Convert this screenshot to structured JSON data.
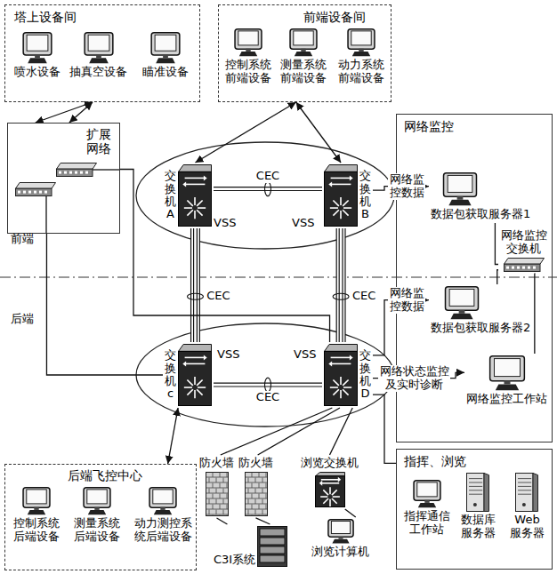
{
  "diagram": {
    "nodes": [
      {
        "text": [
          "塔上设备间"
        ]
      },
      {
        "text": [
          "喷水设备"
        ],
        "in": 0
      },
      {
        "text": [
          "抽真空设备"
        ],
        "in": 0
      },
      {
        "text": [
          "瞄准设备"
        ],
        "in": 0
      },
      {
        "text": [
          "前端设备间"
        ]
      },
      {
        "text": [
          "控制系统前端设备"
        ],
        "in": 4
      },
      {
        "text": [
          "测量系统前端设备"
        ],
        "in": 4
      },
      {
        "text": [
          "动力系统前端设备"
        ],
        "in": 4
      },
      {
        "text": [
          "扩展网络"
        ]
      },
      {
        "text": [
          "交换机A"
        ]
      },
      {
        "text": [
          "交换机B"
        ]
      },
      {
        "text": [
          "网络监控"
        ]
      },
      {
        "text": [
          "数据包获取服务器1"
        ],
        "in": 11
      },
      {
        "text": [
          "网络监控交换机"
        ],
        "in": 11
      },
      {
        "text": [
          "数据包获取服务器2"
        ],
        "in": 11
      },
      {
        "text": [
          "交换机c"
        ]
      },
      {
        "text": [
          "交换机D"
        ]
      },
      {
        "text": [
          "网络监控工作站"
        ],
        "in": 11
      },
      {
        "text": [
          "后端飞控中心"
        ]
      },
      {
        "text": [
          "控制系统后端设备"
        ],
        "in": 18
      },
      {
        "text": [
          "测量系统后端设备"
        ],
        "in": 18
      },
      {
        "text": [
          "动力测控系统后端设备"
        ],
        "in": 18
      },
      {
        "text": [
          "防火墙"
        ]
      },
      {
        "text": [
          "防火墙"
        ]
      },
      {
        "text": [
          "浏览交换机"
        ]
      },
      {
        "text": [
          "指挥、浏览"
        ]
      },
      {
        "text": [
          "指挥通信工作站"
        ],
        "in": 25
      },
      {
        "text": [
          "数据库服务器"
        ],
        "in": 25
      },
      {
        "text": [
          "Web服务器"
        ],
        "in": 25
      },
      {
        "text": [
          "C3I系统"
        ]
      },
      {
        "text": [
          "浏览计算机"
        ]
      }
    ],
    "edges": [
      {
        "from": 0,
        "to": 8,
        "arrow": "both"
      },
      {
        "from": 0,
        "to": 8,
        "arrow": "both"
      },
      {
        "from": 4,
        "to": 9,
        "arrow": "both"
      },
      {
        "from": 4,
        "to": 10,
        "arrow": "both"
      },
      {
        "from": 9,
        "to": 10,
        "label": "CEC",
        "arrow": "none"
      },
      {
        "from": 9,
        "to": 15,
        "label": "CEC",
        "arrow": "none"
      },
      {
        "from": 10,
        "to": 16,
        "label": "CEC",
        "arrow": "none"
      },
      {
        "from": 15,
        "to": 16,
        "label": "CEC",
        "arrow": "none"
      },
      {
        "from": 8,
        "to": 15,
        "arrow": "none"
      },
      {
        "from": 8,
        "to": 16,
        "arrow": "none"
      },
      {
        "from": 10,
        "to": 12,
        "label": "网络监控数据",
        "arrow": "to"
      },
      {
        "from": 16,
        "to": 14,
        "label": "网络监控数据",
        "arrow": "to"
      },
      {
        "from": 16,
        "to": 17,
        "label": "网络状态监控及实时诊断",
        "arrow": "to"
      },
      {
        "from": 13,
        "to": 12,
        "arrow": "none"
      },
      {
        "from": 13,
        "to": 14,
        "arrow": "none"
      },
      {
        "from": 13,
        "to": 17,
        "arrow": "none"
      },
      {
        "from": 16,
        "to": 25,
        "arrow": "none"
      },
      {
        "from": 15,
        "to": 18,
        "arrow": "both"
      },
      {
        "from": 16,
        "to": 22,
        "arrow": "none"
      },
      {
        "from": 16,
        "to": 23,
        "arrow": "none"
      },
      {
        "from": 16,
        "to": 24,
        "arrow": "none"
      },
      {
        "from": 22,
        "to": 29,
        "arrow": "none"
      },
      {
        "from": 23,
        "to": 29,
        "arrow": "none"
      },
      {
        "from": 24,
        "to": 30,
        "arrow": "none"
      }
    ],
    "labels": [
      "前端",
      "后端",
      "VSS",
      "VSS",
      "VSS",
      "VSS"
    ]
  }
}
